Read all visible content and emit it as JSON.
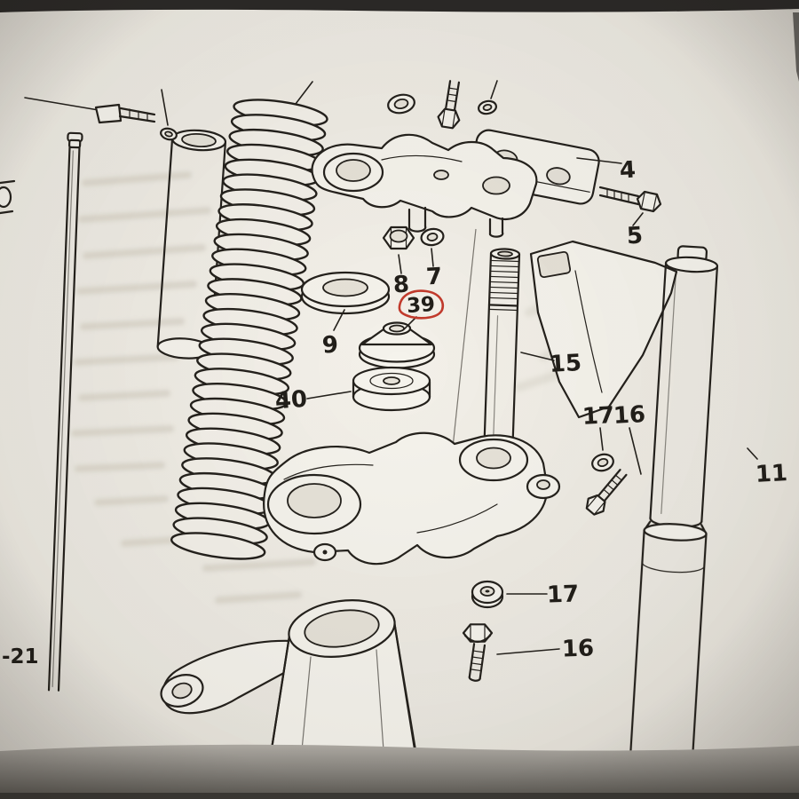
{
  "photo": {
    "description": "Photograph of a printed exploded parts diagram page (motorcycle front fork and steering stem)",
    "paper_color": "#efece5",
    "ink_color": "#24211c",
    "red_annotation_color": "#c23a2c"
  },
  "part_labels": {
    "p4": "4",
    "p5": "5",
    "p7": "7",
    "p8": "8",
    "p9": "9",
    "p39": "39",
    "p40": "40",
    "p15": "15",
    "p17_upper": "17",
    "p16_upper": "16",
    "p11": "11",
    "p21": "-21",
    "p17_lower": "17",
    "p16_lower": "16"
  },
  "red_annotation": {
    "circled_part": "39",
    "style": "hand-drawn red ellipse"
  }
}
